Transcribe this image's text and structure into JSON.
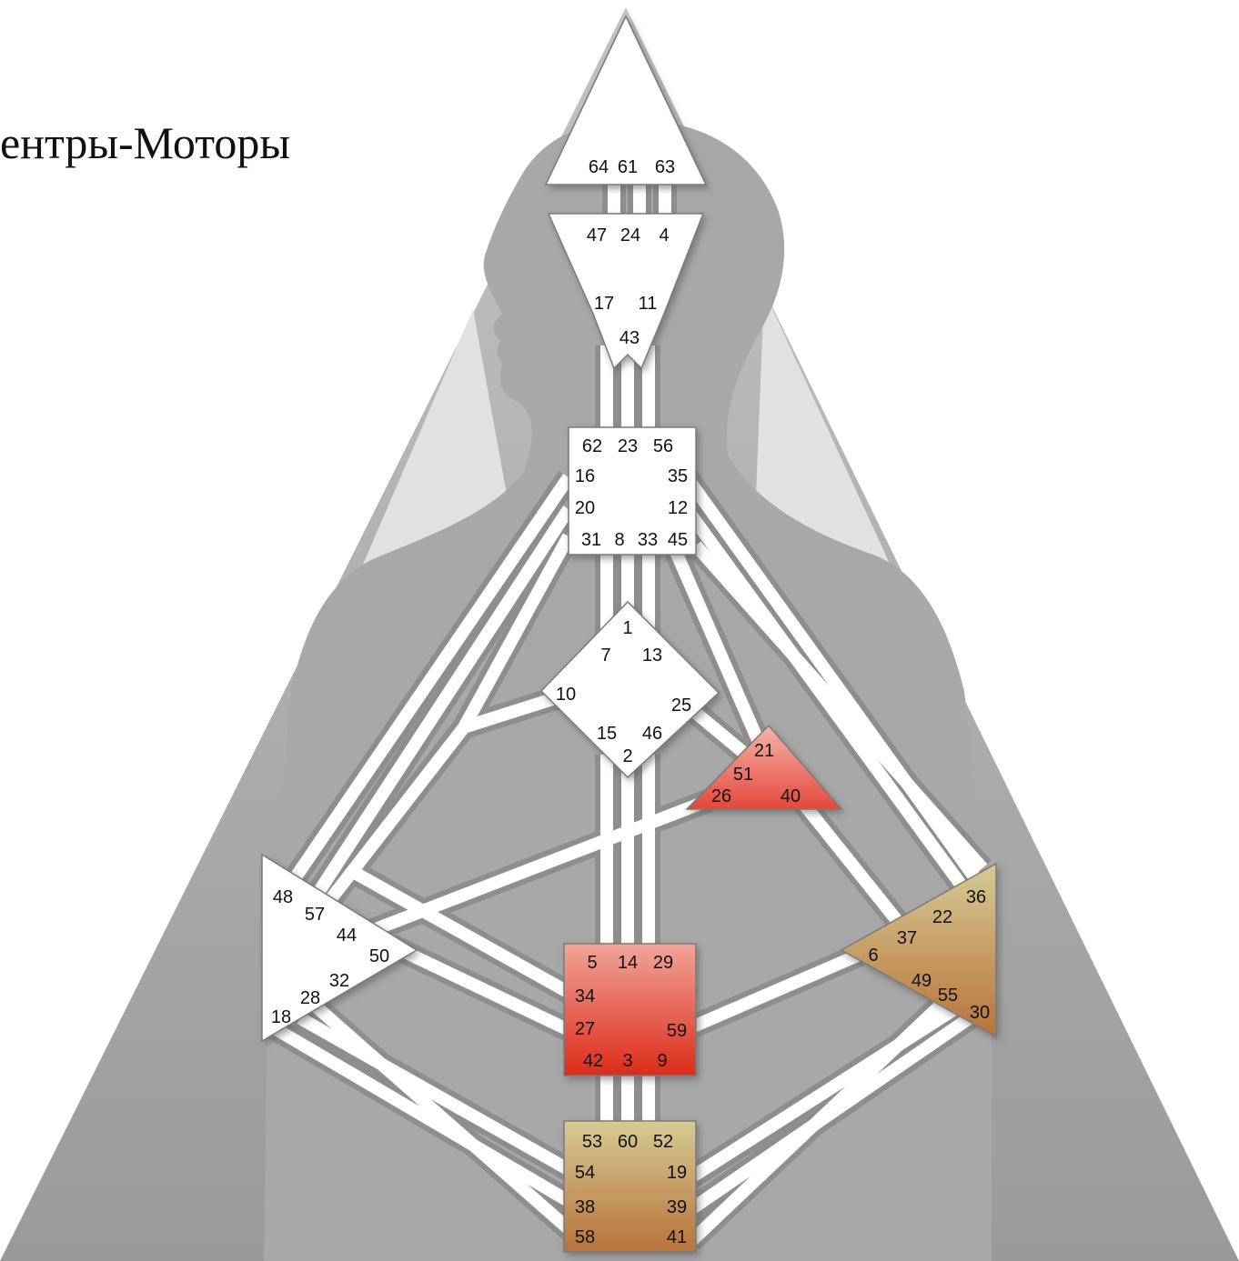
{
  "title": "ентры-Моторы",
  "colors": {
    "undefined_center": "#ffffff",
    "sacral_top": "#f2a49a",
    "sacral_bottom": "#dd2b18",
    "ego_top": "#f6b3a8",
    "ego_bottom": "#e3483a",
    "brown_top": "#d5ca93",
    "brown_bottom": "#b8733a",
    "body_silhouette": "#a8a8a8",
    "channel_outline": "#8e8e8e"
  },
  "centers": {
    "head": {
      "gates": [
        "64",
        "61",
        "63"
      ]
    },
    "ajna": {
      "gates": [
        "47",
        "24",
        "4",
        "17",
        "11",
        "43"
      ]
    },
    "throat": {
      "gates": [
        "62",
        "23",
        "56",
        "16",
        "35",
        "20",
        "12",
        "31",
        "8",
        "33",
        "45"
      ]
    },
    "g": {
      "gates": [
        "1",
        "7",
        "13",
        "10",
        "25",
        "15",
        "46",
        "2"
      ]
    },
    "ego": {
      "gates": [
        "21",
        "51",
        "26",
        "40"
      ]
    },
    "spleen": {
      "gates": [
        "48",
        "57",
        "44",
        "50",
        "32",
        "28",
        "18"
      ]
    },
    "sacral": {
      "gates": [
        "5",
        "14",
        "29",
        "34",
        "27",
        "59",
        "42",
        "3",
        "9"
      ]
    },
    "solar_plexus": {
      "gates": [
        "36",
        "22",
        "37",
        "6",
        "49",
        "55",
        "30"
      ]
    },
    "root": {
      "gates": [
        "53",
        "60",
        "52",
        "54",
        "19",
        "38",
        "39",
        "58",
        "41"
      ]
    }
  }
}
